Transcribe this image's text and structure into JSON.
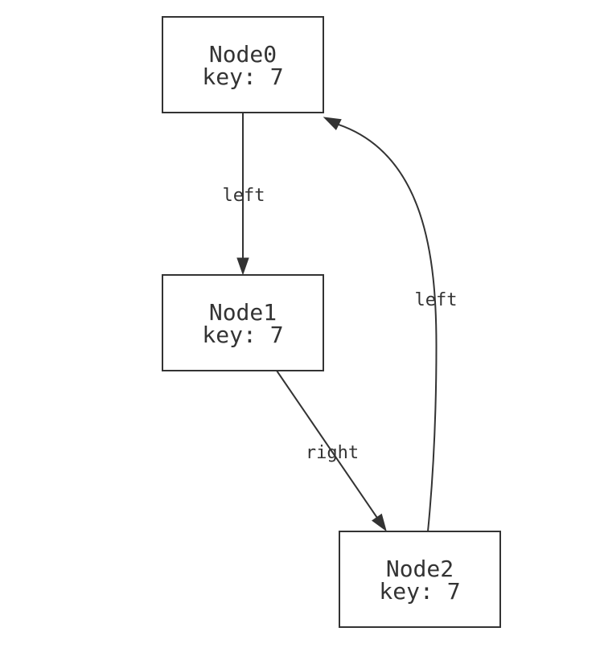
{
  "figure": {
    "type": "graph-diagram",
    "background_color": "#ffffff",
    "line_color": "#333333",
    "nodes": [
      {
        "id": "node0",
        "title": "Node0",
        "key": "key: 7"
      },
      {
        "id": "node1",
        "title": "Node1",
        "key": "key: 7"
      },
      {
        "id": "node2",
        "title": "Node2",
        "key": "key: 7"
      }
    ],
    "edges": [
      {
        "from": "node0",
        "to": "node1",
        "label": "left"
      },
      {
        "from": "node1",
        "to": "node2",
        "label": "right"
      },
      {
        "from": "node2",
        "to": "node0",
        "label": "left"
      }
    ]
  }
}
